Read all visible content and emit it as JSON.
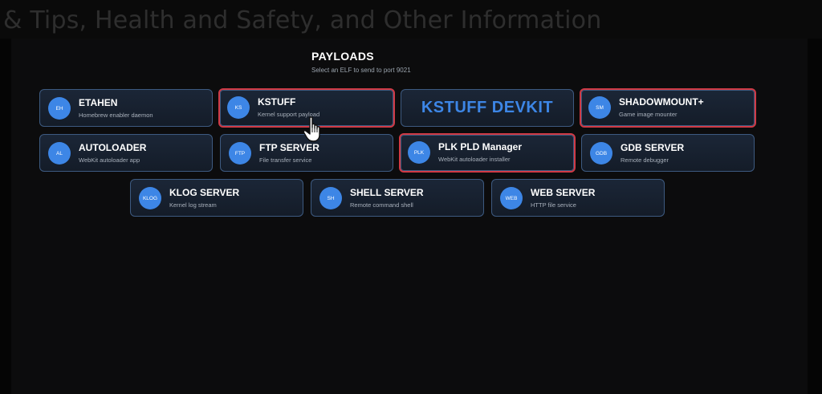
{
  "banner": {
    "text": "& Tips, Health and Safety, and Other Information"
  },
  "header": {
    "title": "PAYLOADS",
    "subtitle": "Select an ELF to send to port 9021"
  },
  "payloads": [
    {
      "badge": "EH",
      "name": "ETAHEN",
      "desc": "Homebrew enabler daemon"
    },
    {
      "badge": "KS",
      "name": "KSTUFF",
      "desc": "Kernel support payload",
      "selected": true
    },
    {
      "feature_title": "KSTUFF DEVKIT"
    },
    {
      "badge": "SM",
      "name": "SHADOWMOUNT+",
      "desc": "Game image mounter",
      "selected": true
    },
    {
      "badge": "AL",
      "name": "AUTOLOADER",
      "desc": "WebKit autoloader app"
    },
    {
      "badge": "FTP",
      "name": "FTP SERVER",
      "desc": "File transfer service"
    },
    {
      "badge": "PLK",
      "name": "PLK PLD Manager",
      "desc": "WebKit autoloader installer",
      "selected": true
    },
    {
      "badge": "GDB",
      "name": "GDB SERVER",
      "desc": "Remote debugger"
    },
    {
      "badge": "KLOG",
      "name": "KLOG SERVER",
      "desc": "Kernel log stream"
    },
    {
      "badge": "SH",
      "name": "SHELL SERVER",
      "desc": "Remote command shell"
    },
    {
      "badge": "WEB",
      "name": "WEB SERVER",
      "desc": "HTTP file service"
    }
  ],
  "colors": {
    "accent": "#3d86e6",
    "card_border": "#3d5a80",
    "selected_border": "#d03a45",
    "background": "#050505"
  },
  "cursor": {
    "icon": "hand-pointer-icon"
  }
}
